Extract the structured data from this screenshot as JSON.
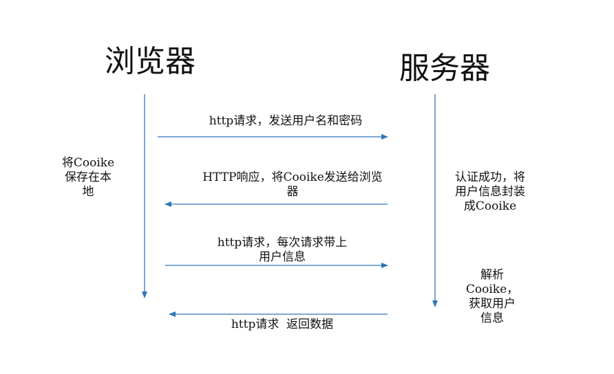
{
  "actors": {
    "browser": "浏览器",
    "server": "服务器"
  },
  "messages": [
    {
      "lines": [
        "http请求，发送用户名和密码"
      ],
      "direction": "browser-to-server"
    },
    {
      "lines": [
        "HTTP响应，将Cooike发送给浏览",
        "器"
      ],
      "direction": "server-to-browser"
    },
    {
      "lines": [
        "http请求，每次请求带上",
        "用户信息"
      ],
      "direction": "browser-to-server"
    },
    {
      "lines": [
        "http请求  返回数据"
      ],
      "direction": "server-to-browser"
    }
  ],
  "notes": {
    "browser_side": [
      "将Cooike",
      "保存在本",
      "地"
    ],
    "server_side_1": [
      "认证成功，将",
      "用户信息封装",
      "成Cooike"
    ],
    "server_side_2": [
      "解析",
      "Cooike，",
      "获取用户",
      "信息"
    ]
  },
  "colors": {
    "line": "#2e75b6",
    "text": "#111111"
  }
}
